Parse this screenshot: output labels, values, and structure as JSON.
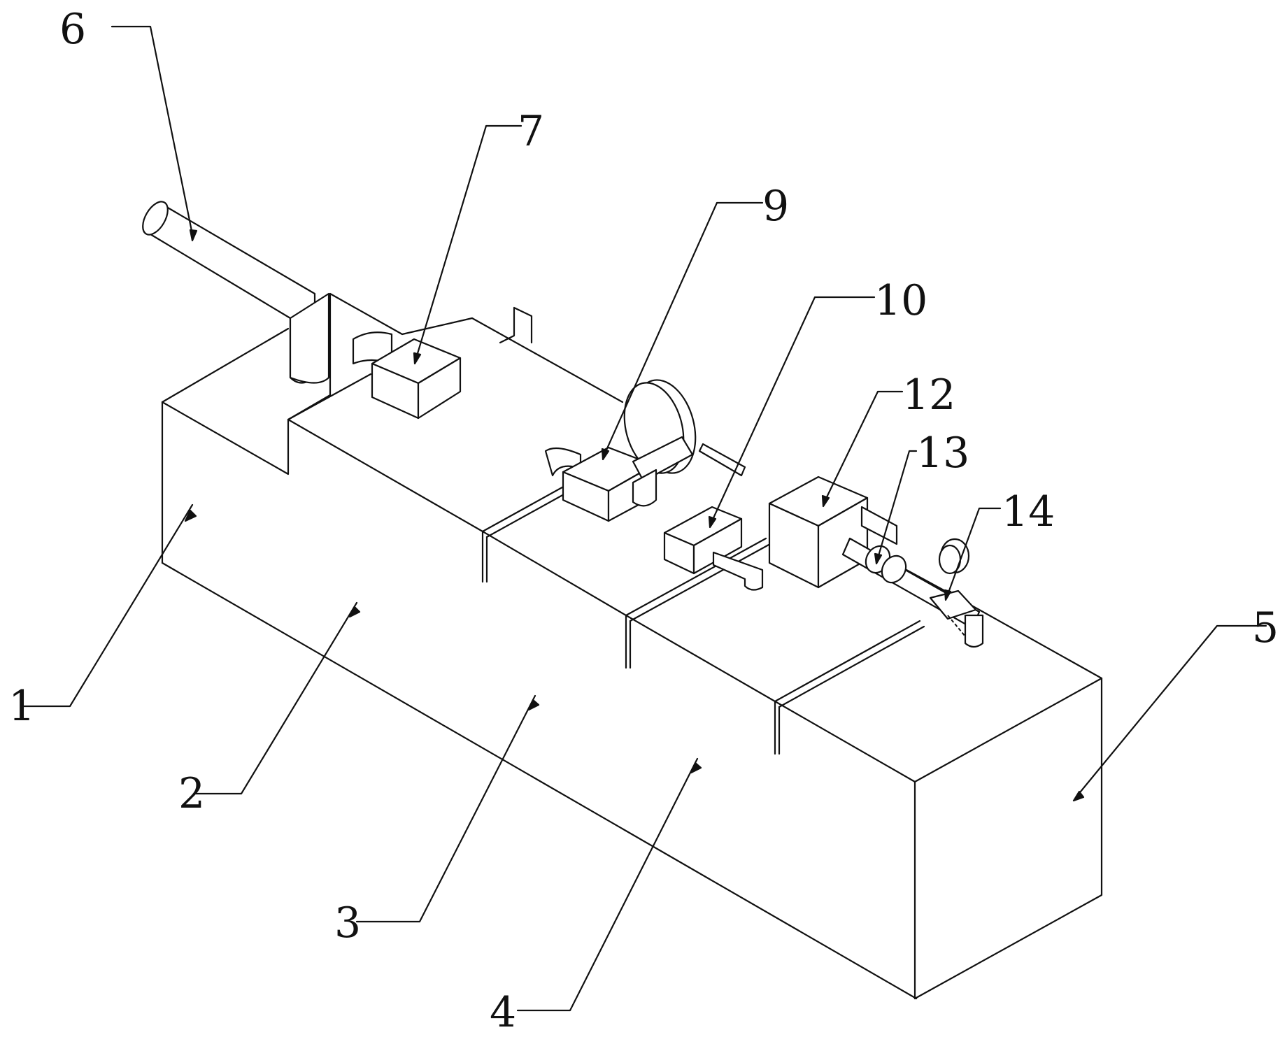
{
  "figure": {
    "labels": [
      {
        "id": "label-1",
        "text": "1"
      },
      {
        "id": "label-2",
        "text": "2"
      },
      {
        "id": "label-3",
        "text": "3"
      },
      {
        "id": "label-4",
        "text": "4"
      },
      {
        "id": "label-5",
        "text": "5"
      },
      {
        "id": "label-6",
        "text": "6"
      },
      {
        "id": "label-7",
        "text": "7"
      },
      {
        "id": "label-9",
        "text": "9"
      },
      {
        "id": "label-10",
        "text": "10"
      },
      {
        "id": "label-12",
        "text": "12"
      },
      {
        "id": "label-13",
        "text": "13"
      },
      {
        "id": "label-14",
        "text": "14"
      }
    ],
    "colors": {
      "line": "#111111",
      "background": "#ffffff"
    }
  }
}
